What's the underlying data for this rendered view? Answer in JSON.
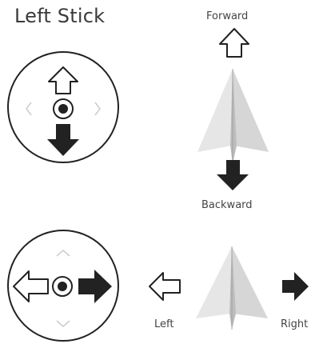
{
  "title": "Left Stick",
  "labels": {
    "forward": "Forward",
    "backward": "Backward",
    "left": "Left",
    "right": "Right"
  },
  "colors": {
    "stroke": "#222222",
    "filled_arrow": "#222222",
    "faint_chevron": "#cccccc",
    "plane_light": "#e4e4e4",
    "plane_dark": "#c7c7c7"
  }
}
